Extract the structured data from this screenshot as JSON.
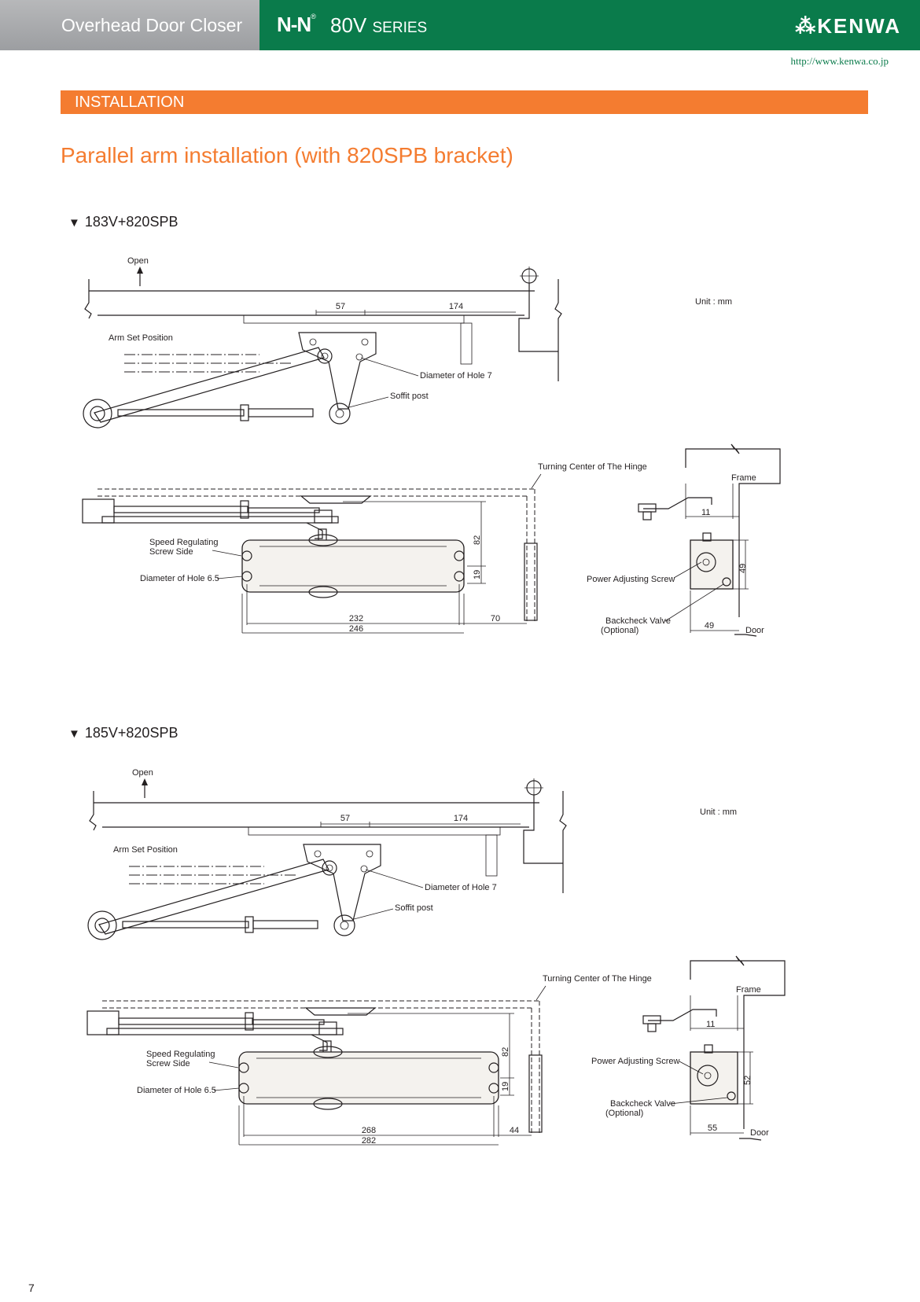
{
  "header": {
    "category": "Overhead Door Closer",
    "series_logo": "N-N",
    "series_registered": "®",
    "series_number": "80V",
    "series_word": "SERIES",
    "brand": "KENWA",
    "url": "http://www.kenwa.co.jp"
  },
  "section": {
    "label": "INSTALLATION"
  },
  "page_title": "Parallel arm installation (with 820SPB bracket)",
  "diagrams": [
    {
      "model": "183V+820SPB",
      "labels": {
        "open": "Open",
        "unit": "Unit : mm",
        "arm_set": "Arm Set Position",
        "hole7": "Diameter of Hole 7",
        "soffit": "Soffit post",
        "turning": "Turning  Center of The Hinge",
        "frame": "Frame",
        "door": "Door",
        "speed": "Speed Regulating",
        "speed2": "Screw Side",
        "hole65": "Diameter of Hole 6.5",
        "power": "Power Adjusting Screw",
        "backcheck": "Backcheck Valve",
        "optional": "(Optional)"
      },
      "dims": {
        "d57": "57",
        "d174": "174",
        "d82": "82",
        "d19": "19",
        "len_a": "232",
        "len_b": "246",
        "gap": "70",
        "d11": "11",
        "h": "49",
        "w": "49"
      }
    },
    {
      "model": "185V+820SPB",
      "labels": {
        "open": "Open",
        "unit": "Unit : mm",
        "arm_set": "Arm Set Position",
        "hole7": "Diameter of Hole 7",
        "soffit": "Soffit post",
        "turning": "Turning  Center of The Hinge",
        "frame": "Frame",
        "door": "Door",
        "speed": "Speed Regulating",
        "speed2": "Screw Side",
        "hole65": "Diameter of Hole 6.5",
        "power": "Power Adjusting Screw",
        "backcheck": "Backcheck Valve",
        "optional": "(Optional)"
      },
      "dims": {
        "d57": "57",
        "d174": "174",
        "d82": "82",
        "d19": "19",
        "len_a": "268",
        "len_b": "282",
        "gap": "44",
        "d11": "11",
        "h": "52",
        "w": "55"
      }
    }
  ],
  "page_number": "7"
}
